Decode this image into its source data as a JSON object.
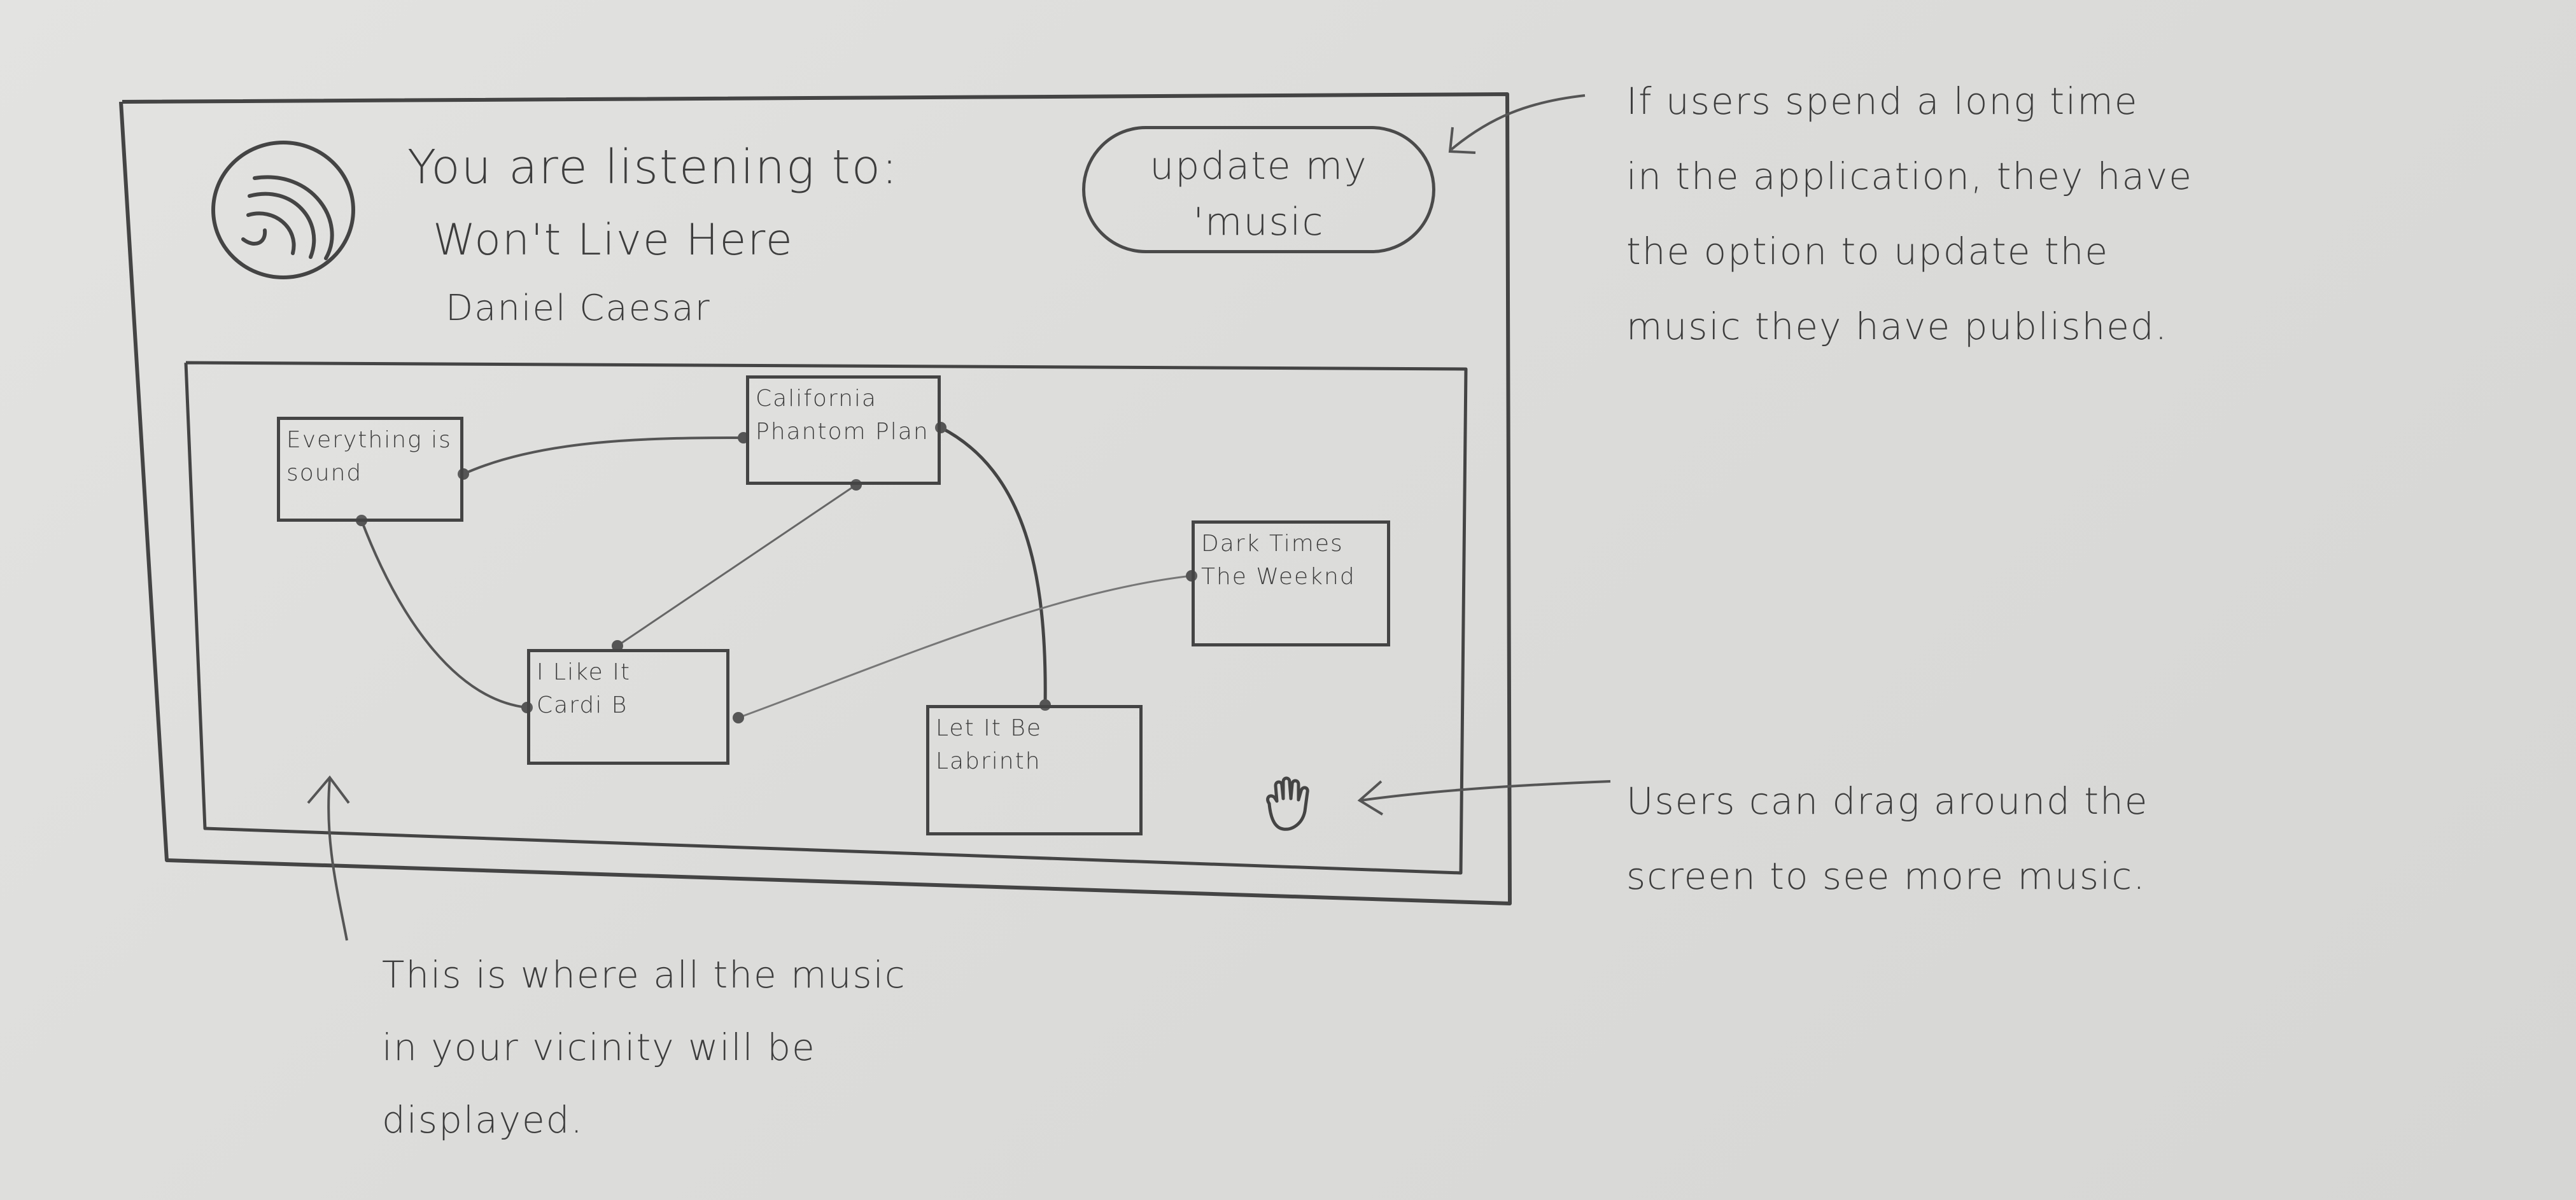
{
  "player": {
    "label": "You are listening to:",
    "title": "Won't Live Here",
    "artist": "Daniel Caesar"
  },
  "update_button": [
    "update my",
    "'music"
  ],
  "music_nodes": [
    {
      "id": "n1",
      "lines": [
        "Everything is",
        "sound"
      ]
    },
    {
      "id": "n2",
      "lines": [
        "California",
        "Phantom Plan"
      ]
    },
    {
      "id": "n3",
      "lines": [
        "Dark Times",
        "The Weeknd"
      ]
    },
    {
      "id": "n4",
      "lines": [
        "I Like It",
        "Cardi B"
      ]
    },
    {
      "id": "n5",
      "lines": [
        "Let It Be",
        "Labrinth"
      ]
    }
  ],
  "annotations": {
    "update": [
      "If users spend a long time",
      "in the application, they have",
      "the option to update the",
      "music they have published."
    ],
    "drag": [
      "Users can drag around the",
      "screen to see more music."
    ],
    "area": [
      "This is where all the music",
      "in your vicinity will be",
      "displayed."
    ]
  },
  "icons": {
    "logo": "streaming-logo-icon",
    "drag": "hand-drag-icon"
  },
  "colors": {
    "paper": "#dcdcda",
    "ink": "#444444"
  }
}
